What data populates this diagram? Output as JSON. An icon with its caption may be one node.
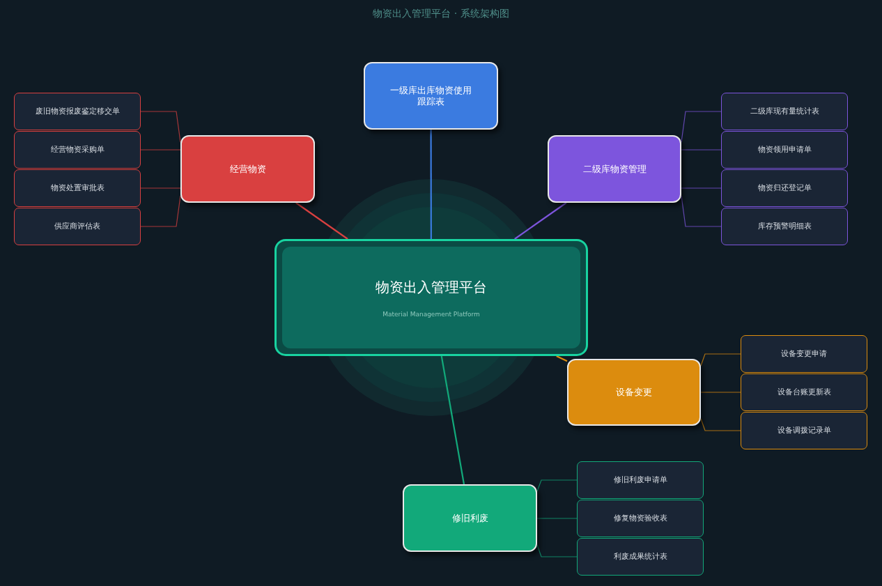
{
  "diagram": {
    "title": "物资出入管理平台 · 系统架构图",
    "nodes": [
      {
        "text": [
          "物资出入管理平台",
          "Material Management Platform"
        ]
      },
      {
        "text": [
          "一级库出库物资使用跟踪表"
        ]
      },
      {
        "text": [
          "经营物资"
        ]
      },
      {
        "text": [
          "二级库物资管理"
        ]
      },
      {
        "text": [
          "设备变更"
        ]
      },
      {
        "text": [
          "修旧利废"
        ]
      },
      {
        "text": [
          "废旧物资报废鉴定移交单"
        ]
      },
      {
        "text": [
          "经营物资采购单"
        ]
      },
      {
        "text": [
          "物资处置审批表"
        ]
      },
      {
        "text": [
          "供应商评估表"
        ]
      },
      {
        "text": [
          "二级库现有量统计表"
        ]
      },
      {
        "text": [
          "物资领用申请单"
        ]
      },
      {
        "text": [
          "物资归还登记单"
        ]
      },
      {
        "text": [
          "库存预警明细表"
        ]
      },
      {
        "text": [
          "设备变更申请"
        ]
      },
      {
        "text": [
          "设备台账更新表"
        ]
      },
      {
        "text": [
          "设备调拨记录单"
        ]
      },
      {
        "text": [
          "修旧利废申请单"
        ]
      },
      {
        "text": [
          "修复物资验收表"
        ]
      },
      {
        "text": [
          "利废成果统计表"
        ]
      }
    ],
    "edges": [
      {
        "from": 0,
        "to": 1,
        "arrow": "none",
        "color": "#3b7be0"
      },
      {
        "from": 0,
        "to": 2,
        "arrow": "none",
        "color": "#d94040"
      },
      {
        "from": 0,
        "to": 3,
        "arrow": "none",
        "color": "#7d55dd"
      },
      {
        "from": 0,
        "to": 4,
        "arrow": "none",
        "color": "#dc8c0e"
      },
      {
        "from": 0,
        "to": 5,
        "arrow": "none",
        "color": "#12a97a"
      },
      {
        "from": 2,
        "to": 6,
        "arrow": "none",
        "color": "#d94040"
      },
      {
        "from": 2,
        "to": 7,
        "arrow": "none",
        "color": "#d94040"
      },
      {
        "from": 2,
        "to": 8,
        "arrow": "none",
        "color": "#d94040"
      },
      {
        "from": 2,
        "to": 9,
        "arrow": "none",
        "color": "#d94040"
      },
      {
        "from": 3,
        "to": 10,
        "arrow": "none",
        "color": "#7d55dd"
      },
      {
        "from": 3,
        "to": 11,
        "arrow": "none",
        "color": "#7d55dd"
      },
      {
        "from": 3,
        "to": 12,
        "arrow": "none",
        "color": "#7d55dd"
      },
      {
        "from": 3,
        "to": 13,
        "arrow": "none",
        "color": "#7d55dd"
      },
      {
        "from": 4,
        "to": 14,
        "arrow": "none",
        "color": "#dc8c0e"
      },
      {
        "from": 4,
        "to": 15,
        "arrow": "none",
        "color": "#dc8c0e"
      },
      {
        "from": 4,
        "to": 16,
        "arrow": "none",
        "color": "#dc8c0e"
      },
      {
        "from": 5,
        "to": 17,
        "arrow": "none",
        "color": "#12a97a"
      },
      {
        "from": 5,
        "to": 18,
        "arrow": "none",
        "color": "#12a97a"
      },
      {
        "from": 5,
        "to": 19,
        "arrow": "none",
        "color": "#12a97a"
      }
    ]
  }
}
